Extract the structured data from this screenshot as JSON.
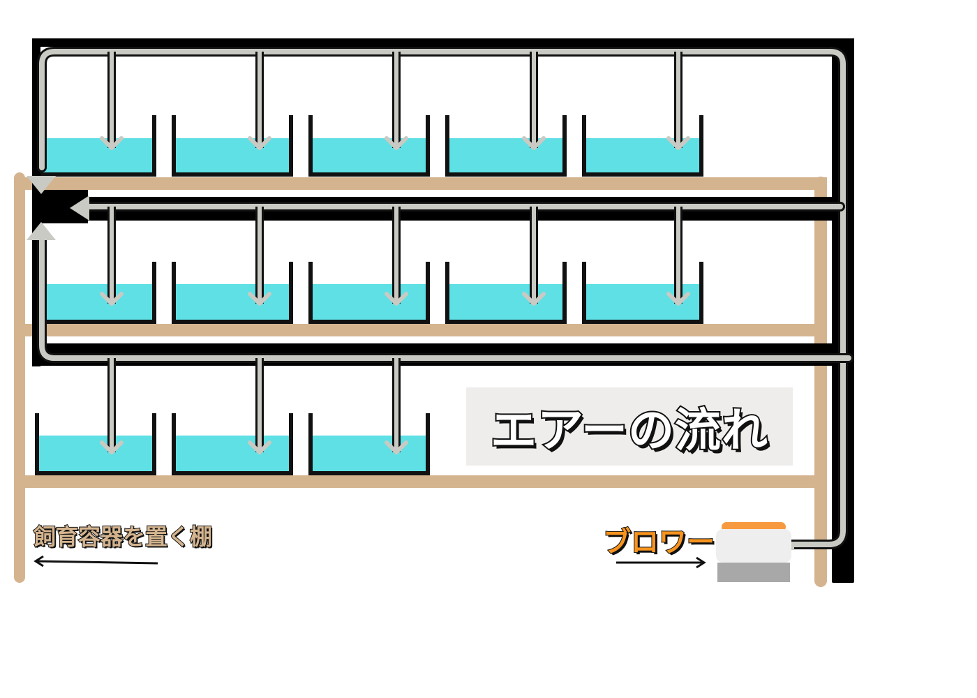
{
  "title": "エアーの流れ",
  "labels": {
    "shelf": "飼育容器を置く棚",
    "blower": "ブロワー"
  },
  "icons": {
    "arrow": "arrow-down-icon",
    "blower": "air-blower-icon"
  },
  "colors": {
    "shelf": "#d4b48f",
    "water": "#5ee0e5",
    "air_pipe": "#c8cac3",
    "frame": "#000000",
    "blower_top": "#f79a3f",
    "blower_body": "#eeeeee",
    "blower_base": "#a8a8a8",
    "title_box": "#efedeb",
    "blower_label": "#f7941d"
  },
  "layout": {
    "tiers": [
      {
        "name": "top",
        "containers": 5
      },
      {
        "name": "middle",
        "containers": 5
      },
      {
        "name": "bottom",
        "containers": 3
      }
    ]
  }
}
